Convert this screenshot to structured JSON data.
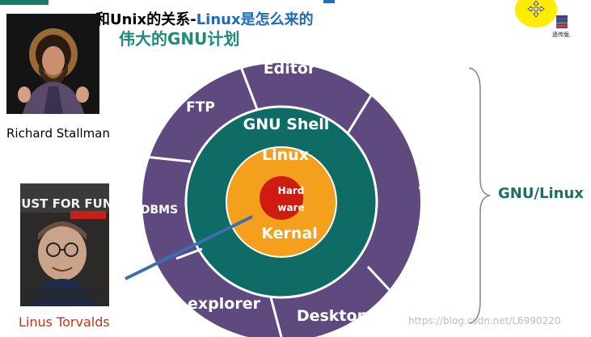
{
  "slide": {
    "title_prefix": "和Unix的关系-",
    "title_highlight": "Linux是怎么来的",
    "subtitle": "伟大的GNU计划"
  },
  "people": {
    "stallman_caption": "Richard  Stallman",
    "torvalds_caption": "Linus Torvalds",
    "book_title": "JUST FOR FUN"
  },
  "diagram": {
    "outer_ring": [
      "Editor",
      "...",
      "Desktop",
      "explorer",
      "DBMS",
      "FTP"
    ],
    "middle_ring": "GNU Shell",
    "inner_ring_top": "Linux",
    "inner_ring_bottom": "Kernal",
    "core": "Hard\nware",
    "colors": {
      "outer": "#5f4a7f",
      "middle": "#0f6b66",
      "inner": "#f5a01c",
      "core": "#d01c10",
      "label": "#ffffff"
    }
  },
  "bracket_label": "GNU/Linux",
  "toolbar": {
    "file_icon_label": "遗传版."
  },
  "watermark": "https://blog.csdn.net/L6990220"
}
